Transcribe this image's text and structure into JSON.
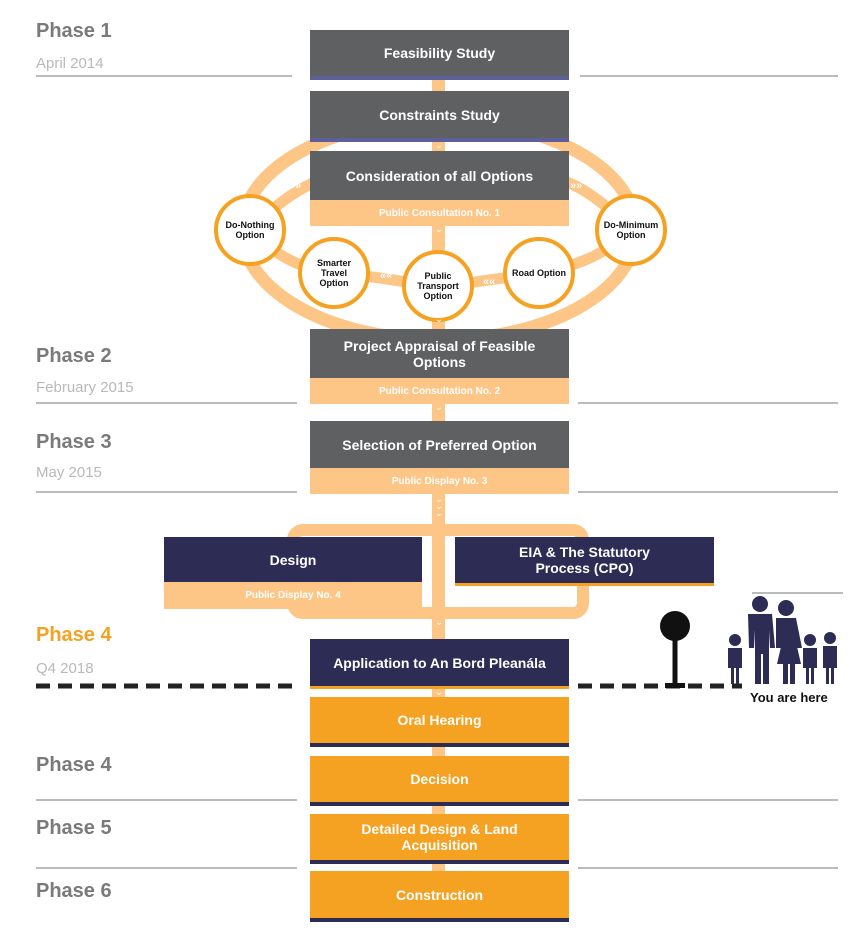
{
  "phases": [
    {
      "title": "Phase 1",
      "date": "April 2014"
    },
    {
      "title": "Phase 2",
      "date": "February 2015"
    },
    {
      "title": "Phase 3",
      "date": "May 2015"
    },
    {
      "title": "Phase 4",
      "date": "Q4 2018"
    },
    {
      "title": "Phase 4",
      "date": ""
    },
    {
      "title": "Phase 5",
      "date": ""
    },
    {
      "title": "Phase 6",
      "date": ""
    }
  ],
  "steps": {
    "feasibility": "Feasibility Study",
    "constraints": "Constraints Study",
    "consideration": "Consideration of all Options",
    "appraisal": "Project Appraisal of Feasible Options",
    "selection": "Selection of Preferred Option",
    "design": "Design",
    "eia": "EIA & The Statutory Process (CPO)",
    "application": "Application to An Bord Pleanála",
    "oral_hearing": "Oral Hearing",
    "decision": "Decision",
    "detailed_design": "Detailed Design & Land Acquisition",
    "construction": "Construction"
  },
  "consultations": {
    "c1": "Public Consultation No. 1",
    "c2": "Public Consultation No. 2",
    "c3": "Public Display No. 3",
    "c4": "Public Display No. 4"
  },
  "options": {
    "do_nothing": "Do-Nothing Option",
    "smarter_travel": "Smarter Travel Option",
    "public_transport": "Public Transport Option",
    "road": "Road Option",
    "do_minimum": "Do-Minimum Option"
  },
  "marker": {
    "label": "You are here",
    "icon": "family-icon"
  },
  "colors": {
    "grey_box": "#5f6062",
    "navy_box": "#2d2c55",
    "orange": "#f5a122",
    "light_orange": "#fdc686",
    "phase_grey": "#7a7a7a",
    "date_grey": "#b9b9b9"
  }
}
